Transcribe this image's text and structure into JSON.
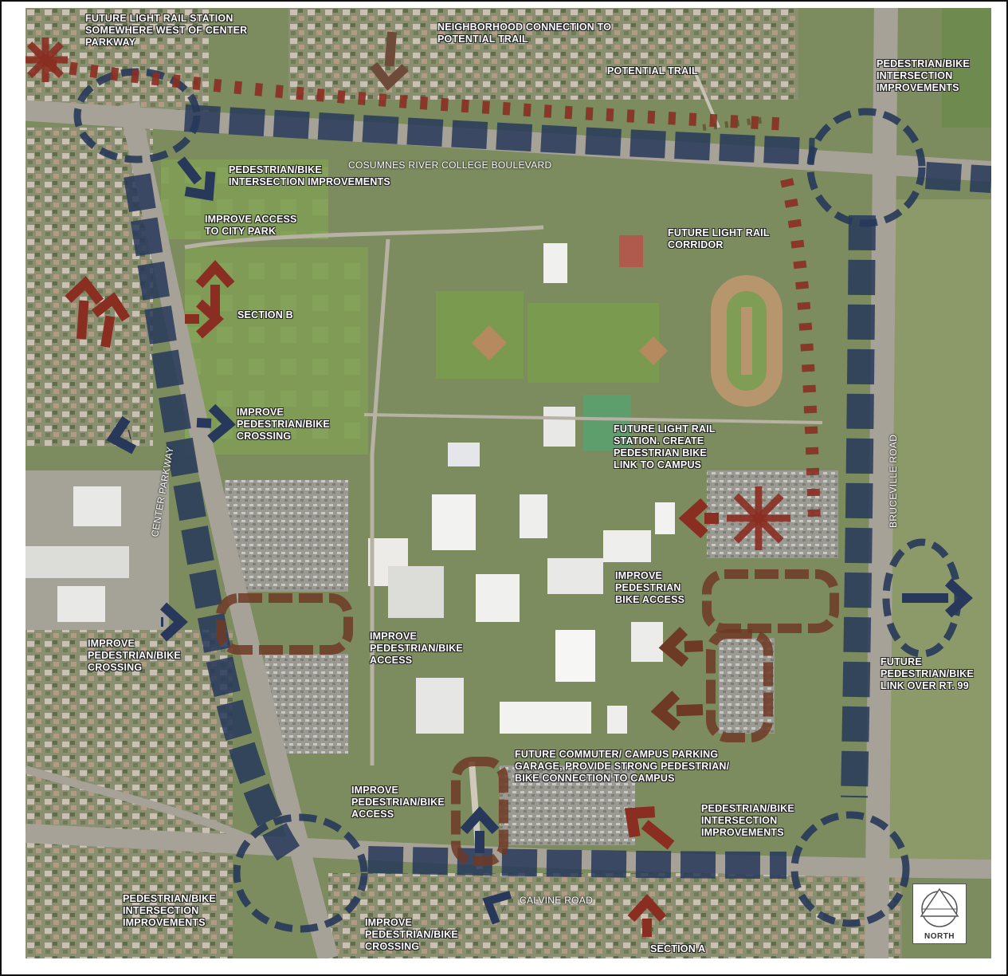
{
  "map": {
    "title": "Campus circulation improvements map",
    "colors": {
      "pedestrian_bike_route": "#27385a",
      "light_rail": "#8b2e22",
      "proposed_access": "#6e3a26"
    },
    "roads": {
      "cosumnes": "COSUMNES RIVER COLLEGE BOULEVARD",
      "center_parkway": "CENTER PARKWAY",
      "bruceville": "BRUCEVILLE ROAD",
      "calvine": "CALVINE ROAD"
    },
    "labels": {
      "future_station_west": "FUTURE LIGHT RAIL STATION\nSOMEWHERE WEST OF CENTER\nPARKWAY",
      "neighborhood_connection": "NEIGHBORHOOD CONNECTION TO\nPOTENTIAL TRAIL",
      "potential_trail": "POTENTIAL TRAIL",
      "ped_bike_intersection_ne": "PEDESTRIAN/BIKE\nINTERSECTION\nIMPROVEMENTS",
      "ped_bike_intersection_nw": "PEDESTRIAN/BIKE\nINTERSECTION IMPROVEMENTS",
      "improve_access_city_park": "IMPROVE ACCESS\nTO CITY PARK",
      "future_light_rail_corridor": "FUTURE LIGHT RAIL\nCORRIDOR",
      "section_b": "SECTION B",
      "improve_crossing_west": "IMPROVE\nPEDESTRIAN/BIKE\nCROSSING",
      "future_station_campus": "FUTURE LIGHT RAIL\nSTATION. CREATE\nPEDESTRIAN BIKE\nLINK TO CAMPUS",
      "improve_bike_access_east": "IMPROVE\nPEDESTRIAN\nBIKE ACCESS",
      "improve_access_west_lot": "IMPROVE\nPEDESTRIAN/BIKE\nACCESS",
      "improve_crossing_sw": "IMPROVE\nPEDESTRIAN/BIKE\nCROSSING",
      "future_link_rt99": "FUTURE\nPEDESTRIAN/BIKE\nLINK OVER RT. 99",
      "future_garage": "FUTURE COMMUTER/ CAMPUS PARKING\nGARAGE, PROVIDE STRONG PEDESTRIAN/\nBIKE CONNECTION TO CAMPUS",
      "improve_access_south": "IMPROVE\nPEDESTRIAN/BIKE\nACCESS",
      "ped_bike_intersection_se": "PEDESTRIAN/BIKE\nINTERSECTION\nIMPROVEMENTS",
      "ped_bike_intersection_sw": "PEDESTRIAN/BIKE\nINTERSECTION\nIMPROVEMENTS",
      "improve_crossing_south": "IMPROVE\nPEDESTRIAN/BIKE\nCROSSING",
      "section_a": "SECTION A"
    },
    "north_arrow": {
      "icon": "north-arrow-icon",
      "label": "NORTH"
    }
  }
}
